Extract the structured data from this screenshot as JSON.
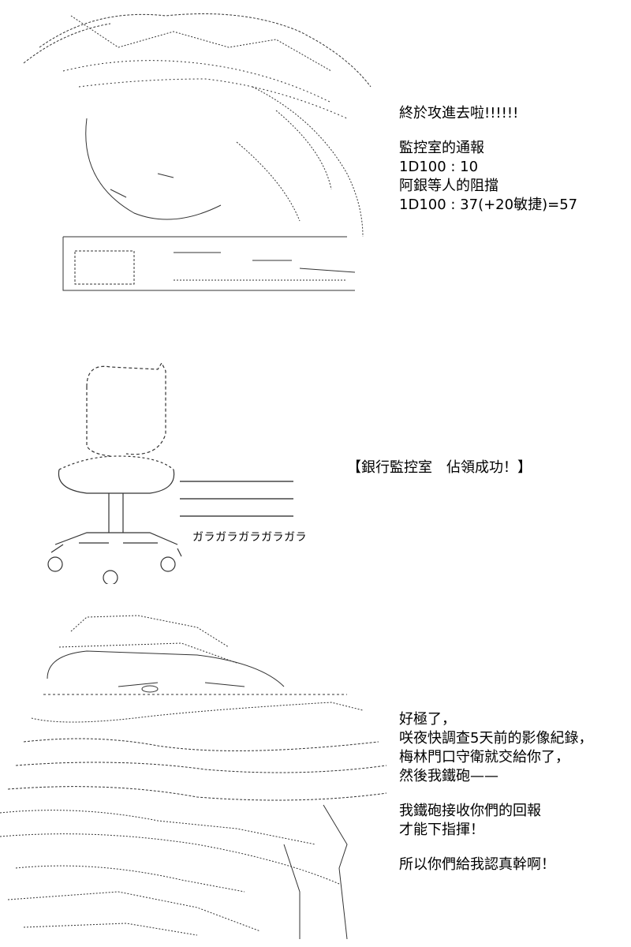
{
  "panel1": {
    "lines": [
      "終於攻進去啦!!!!!!",
      "",
      "監控室的通報",
      "1D100 : 10",
      "阿銀等人的阻擋",
      "1D100 : 37(+20敏捷)=57"
    ]
  },
  "panel2": {
    "banner": "【銀行監控室　佔領成功！】",
    "sfx": "ガラガラガラガラガラ"
  },
  "panel3": {
    "lines": [
      "好極了，",
      "咲夜快調查5天前的影像紀錄，",
      "梅林門口守衛就交給你了，",
      "然後我鐵砲——",
      "",
      "我鐵砲接收你們的回報",
      "才能下指揮！",
      "",
      "所以你們給我認真幹啊！"
    ]
  }
}
